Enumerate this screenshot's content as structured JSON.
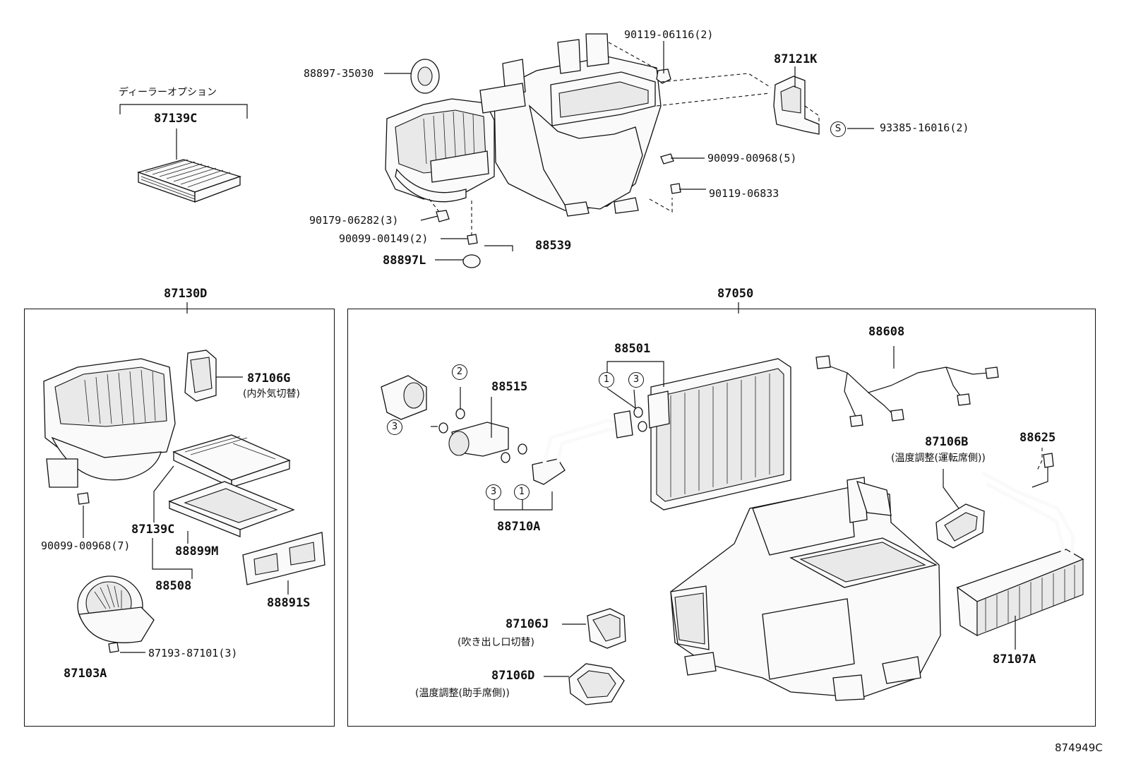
{
  "labels": {
    "p90119_06116": "90119-06116(2)",
    "p88897_35030": "88897-35030",
    "p87121K": "87121K",
    "dealer_option": "ディーラーオプション",
    "p87139C_top": "87139C",
    "p93385_16016": "93385-16016(2)",
    "p90099_00968_5": "90099-00968(5)",
    "p90119_06833": "90119-06833",
    "p90179_06282": "90179-06282(3)",
    "p90099_00149": "90099-00149(2)",
    "p88539": "88539",
    "p88897L": "88897L",
    "p87130D": "87130D",
    "p87050": "87050",
    "p87106G": "87106G",
    "p87106G_note": "(内外気切替)",
    "p90099_00968_7": "90099-00968(7)",
    "p87139C": "87139C",
    "p88899M": "88899M",
    "p88508": "88508",
    "p88891S": "88891S",
    "p87193_87101": "87193-87101(3)",
    "p87103A": "87103A",
    "p88501": "88501",
    "p88608": "88608",
    "p88515": "88515",
    "p88710A": "88710A",
    "p87106B": "87106B",
    "p87106B_note": "(温度調整(運転席側))",
    "p88625": "88625",
    "p87106J": "87106J",
    "p87106J_note": "(吹き出し口切替)",
    "p87106D": "87106D",
    "p87106D_note": "(温度調整(助手席側))",
    "p87107A": "87107A",
    "diagram_id": "874949C"
  },
  "markers": {
    "s_mark": "S",
    "one": "1",
    "two": "2",
    "three": "3"
  }
}
